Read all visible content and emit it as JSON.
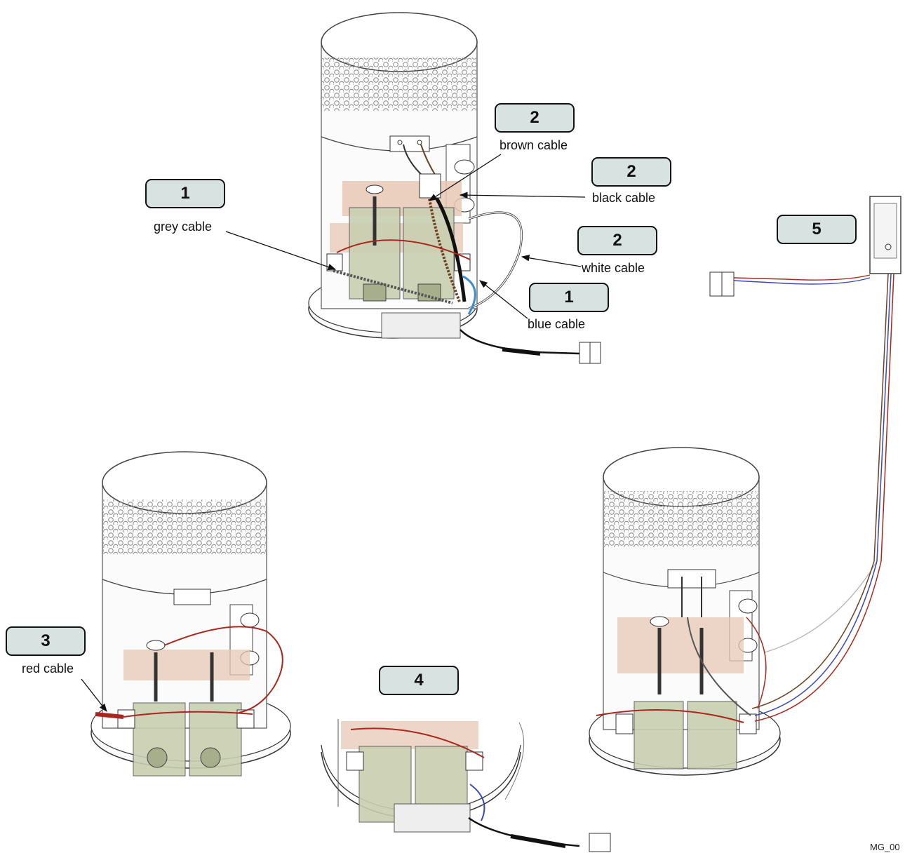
{
  "callouts": [
    {
      "id": "c1a",
      "number": "1"
    },
    {
      "id": "c2a",
      "number": "2"
    },
    {
      "id": "c2b",
      "number": "2"
    },
    {
      "id": "c2c",
      "number": "2"
    },
    {
      "id": "c1b",
      "number": "1"
    },
    {
      "id": "c5",
      "number": "5"
    },
    {
      "id": "c3",
      "number": "3"
    },
    {
      "id": "c4",
      "number": "4"
    }
  ],
  "labels": {
    "grey_cable": "grey cable",
    "brown_cable": "brown cable",
    "black_cable": "black cable",
    "white_cable": "white cable",
    "blue_cable": "blue cable",
    "red_cable": "red cable"
  },
  "drawing_code": "MG_00",
  "colors": {
    "callout_fill": "#d7e2e1",
    "red_cable": "#a8281e",
    "blue_cable": "#3b8fd0",
    "brown_cable": "#6b4226",
    "black_cable": "#111111",
    "grey_cable": "#888888",
    "coil_green": "#c9cfb0",
    "bracket_tan": "#e7c7b4"
  }
}
